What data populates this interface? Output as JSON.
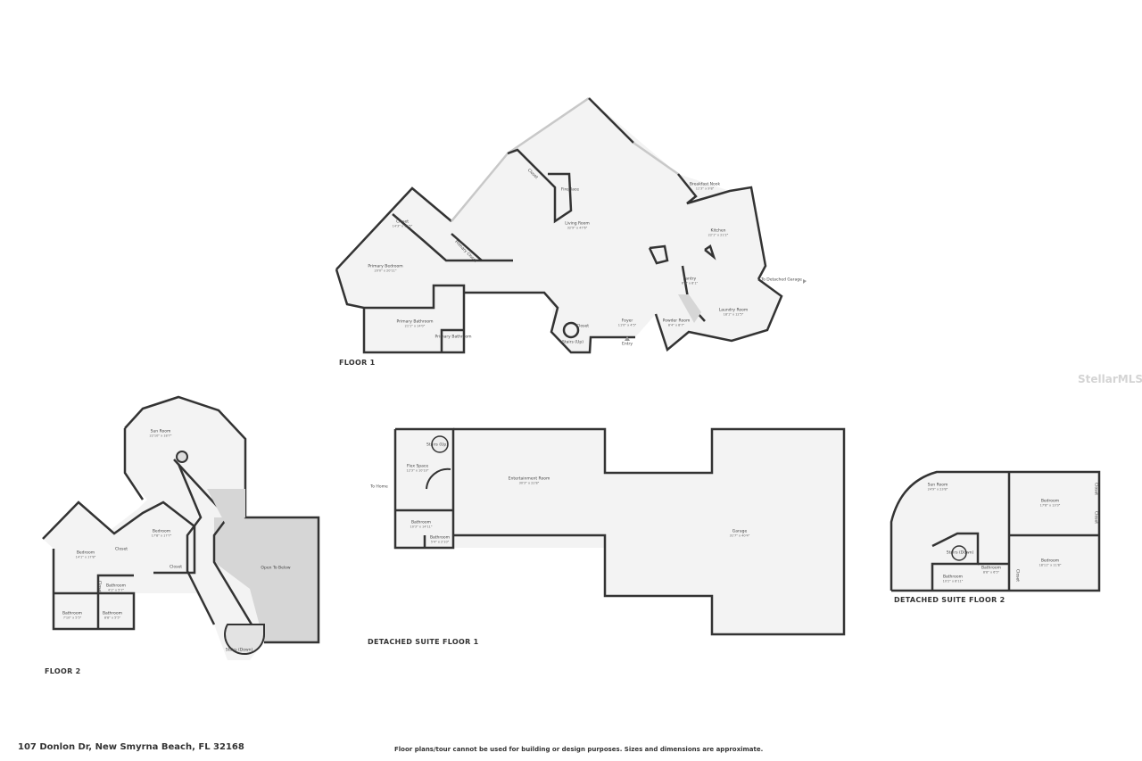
{
  "floors": [
    {
      "label": "FLOOR 1",
      "rooms": [
        {
          "name": "Living Room",
          "dim": "32'9\" x 47'6\""
        },
        {
          "name": "Fireplace",
          "dim": ""
        },
        {
          "name": "Closet",
          "dim": ""
        },
        {
          "name": "Breakfast Nook",
          "dim": "11'3\" x 9'8\""
        },
        {
          "name": "Kitchen",
          "dim": "22'1\" x 21'2\""
        },
        {
          "name": "Pantry",
          "dim": "6'3\" x 8'1\""
        },
        {
          "name": "Laundry Room",
          "dim": "18'1\" x 12'5\""
        },
        {
          "name": "Powder Room",
          "dim": "8'4\" x 8'7\""
        },
        {
          "name": "Foyer",
          "dim": "11'0\" x 4'5\""
        },
        {
          "name": "Entry",
          "dim": ""
        },
        {
          "name": "Closet",
          "dim": ""
        },
        {
          "name": "Stairs (Up)",
          "dim": ""
        },
        {
          "name": "Closet",
          "dim": "14'3\" x 15'5\""
        },
        {
          "name": "Primary Closet",
          "dim": ""
        },
        {
          "name": "Primary Bedroom",
          "dim": "20'0\" x 20'11\""
        },
        {
          "name": "Primary Bathroom",
          "dim": "21'1\" x 14'0\""
        },
        {
          "name": "Primary Bathroom",
          "dim": ""
        },
        {
          "name": "To Detached Garage",
          "dim": ""
        }
      ]
    },
    {
      "label": "FLOOR 2",
      "rooms": [
        {
          "name": "Sun Room",
          "dim": "22'10\" x 18'7\""
        },
        {
          "name": "Bedroom",
          "dim": "17'8\" x 17'7\""
        },
        {
          "name": "Bedroom",
          "dim": "14'1\" x 17'8\""
        },
        {
          "name": "Closet",
          "dim": ""
        },
        {
          "name": "Closet",
          "dim": ""
        },
        {
          "name": "Closet",
          "dim": ""
        },
        {
          "name": "Bathroom",
          "dim": "4'1\" x 5'7\""
        },
        {
          "name": "Bathroom",
          "dim": "7'10\" x 5'5\""
        },
        {
          "name": "Bathroom",
          "dim": "8'8\" x 5'5\""
        },
        {
          "name": "Open To Below",
          "dim": ""
        },
        {
          "name": "Stairs (Down)",
          "dim": ""
        }
      ]
    },
    {
      "label": "DETACHED SUITE FLOOR 1",
      "rooms": [
        {
          "name": "Flex Space",
          "dim": "12'3\" x 10'10\""
        },
        {
          "name": "Stairs (Up)",
          "dim": ""
        },
        {
          "name": "Entertainment Room",
          "dim": "30'3\" x 22'8\""
        },
        {
          "name": "Bathroom",
          "dim": "10'3\" x 14'11\""
        },
        {
          "name": "Bathroom",
          "dim": "5'4\" x 2'10\""
        },
        {
          "name": "Garage",
          "dim": "31'7\" x 40'4\""
        },
        {
          "name": "To Home",
          "dim": ""
        }
      ]
    },
    {
      "label": "DETACHED SUITE FLOOR 2",
      "rooms": [
        {
          "name": "Sun Room",
          "dim": "24'9\" x 23'8\""
        },
        {
          "name": "Bedroom",
          "dim": "17'8\" x 13'3\""
        },
        {
          "name": "Bedroom",
          "dim": "18'11\" x 11'8\""
        },
        {
          "name": "Closet",
          "dim": ""
        },
        {
          "name": "Closet",
          "dim": ""
        },
        {
          "name": "Closet",
          "dim": ""
        },
        {
          "name": "Bathroom",
          "dim": "8'8\" x 6'5\""
        },
        {
          "name": "Bathroom",
          "dim": "10'2\" x 8'11\""
        },
        {
          "name": "Stairs (Down)",
          "dim": ""
        }
      ]
    }
  ],
  "footer": {
    "address": "107 Donlon Dr, New Smyrna Beach, FL 32168",
    "disclaimer": "Floor plans/tour cannot be used for building or design purposes. Sizes and dimensions are approximate."
  },
  "watermark": "StellarMLS"
}
